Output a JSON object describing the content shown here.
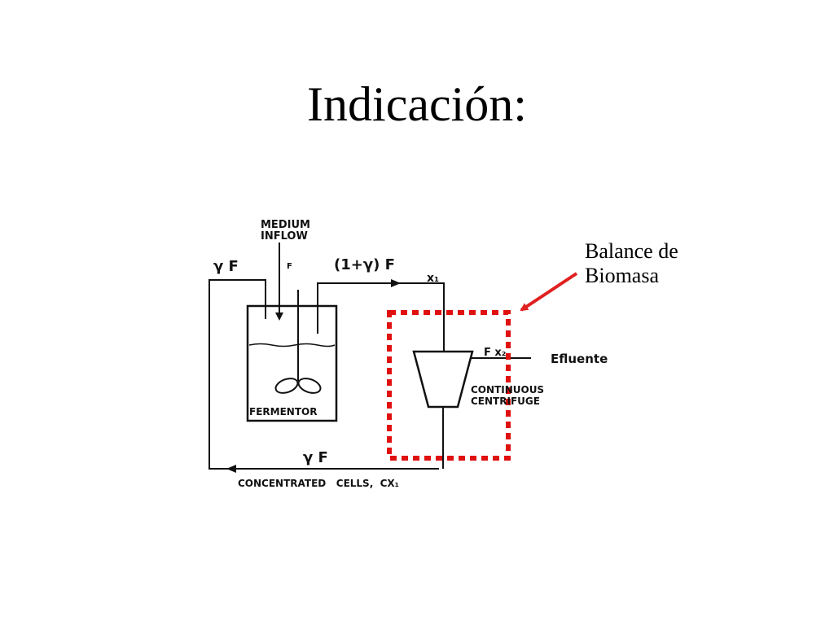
{
  "slide": {
    "title": "Indicación:"
  },
  "callout": {
    "line1": "Balance de",
    "line2": "Biomasa",
    "arrow_color": "#e02020"
  },
  "diagram": {
    "medium_inflow_line1": "MEDIUM",
    "medium_inflow_line2": "INFLOW",
    "recycle_top_label": "γ F",
    "inflow_f_label": "F",
    "outflow_label": "(1+γ) F",
    "x1_label": "x₁",
    "effluent_flow_label": "F x₂",
    "effluent_label": "Efluente",
    "centrifuge_line1": "CONTINUOUS",
    "centrifuge_line2": "CENTRIFUGE",
    "fermentor_label": "FERMENTOR",
    "recycle_bottom_label": "γ F",
    "concentrated_label": "CONCENTRATED   CELLS,  CX₁",
    "boundary_color": "#e01010"
  }
}
